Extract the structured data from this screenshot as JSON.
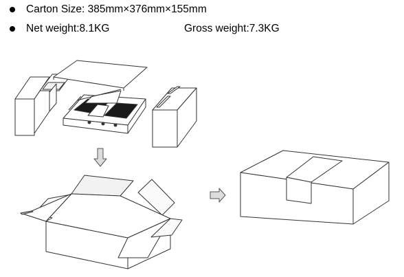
{
  "specs": {
    "carton_size": "Carton Size: 385mm×376mm×155mm",
    "net_weight": "Net weight:8.1KG",
    "gross_weight": "Gross weight:7.3KG"
  },
  "illustration": {
    "stroke_color": "#333333",
    "arrow_fill": "#dcdcdc",
    "icons": [
      "bullet",
      "arrow-down",
      "arrow-right"
    ]
  }
}
